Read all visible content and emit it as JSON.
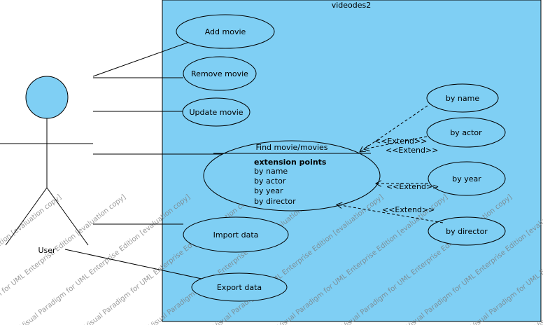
{
  "system": {
    "name": "videodes2",
    "fill": "#7fcff4"
  },
  "actor": {
    "name": "User",
    "head_fill": "#7fcff4"
  },
  "use_cases": {
    "add_movie": "Add movie",
    "remove_movie": "Remove movie",
    "update_movie": "Update movie",
    "find_movies": "Find movie/movies",
    "import_data": "Import data",
    "export_data": "Export data",
    "by_name": "by name",
    "by_actor": "by actor",
    "by_year": "by year",
    "by_director": "by director"
  },
  "extension_points": {
    "heading": "extension points",
    "items": [
      "by name",
      "by actor",
      "by year",
      "by director"
    ]
  },
  "relations": {
    "extend_label": "<<Extend>>"
  },
  "watermark": "Visual Paradigm for UML Enterprise Edition [evaluation copy]"
}
